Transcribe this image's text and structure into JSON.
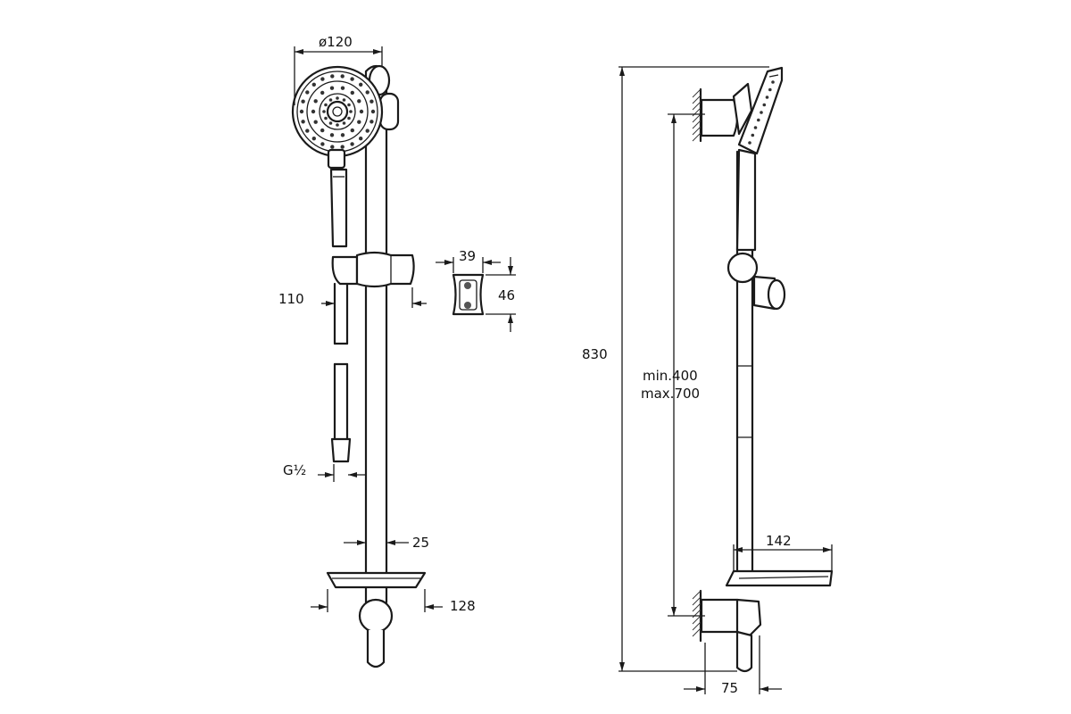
{
  "title": "Shower set technical drawing",
  "front_view": {
    "dim_head_diameter": "ø120",
    "dim_handle_offset": "110",
    "dim_thread": "G½",
    "dim_rail_diameter": "25",
    "dim_soap_dish_width": "128",
    "dim_holder_width": "39",
    "dim_holder_height": "46"
  },
  "side_view": {
    "dim_total_height": "830",
    "dim_bracket_spacing_min": "min.400",
    "dim_bracket_spacing_max": "max.700",
    "dim_soap_dish_depth": "142",
    "dim_wall_projection": "75"
  },
  "colors": {
    "line": "#1a1a1a",
    "background": "#ffffff"
  }
}
